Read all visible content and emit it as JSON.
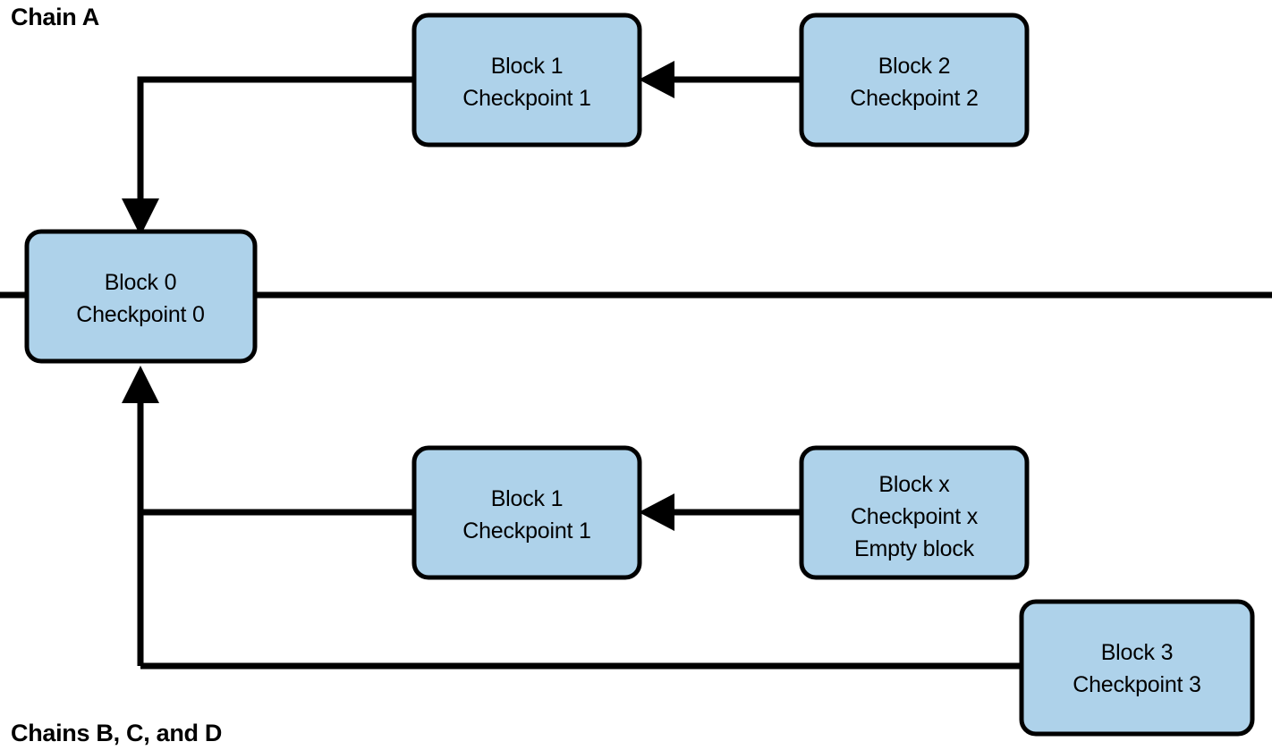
{
  "diagram": {
    "title_top_left": "Chain A",
    "title_bottom_left": "Chains B, C, and D",
    "colors": {
      "node_fill": "#aed2ea",
      "node_stroke": "#000000",
      "line": "#000000",
      "background": "#ffffff",
      "text": "#000000"
    },
    "nodes": [
      {
        "id": "block1a",
        "lines": [
          "Block 1",
          "Checkpoint 1"
        ],
        "line1": "Block 1",
        "line2": "Checkpoint 1",
        "line3": ""
      },
      {
        "id": "block2a",
        "lines": [
          "Block 2",
          "Checkpoint 2"
        ],
        "line1": "Block 2",
        "line2": "Checkpoint 2",
        "line3": ""
      },
      {
        "id": "block0",
        "lines": [
          "Block 0",
          "Checkpoint 0"
        ],
        "line1": "Block 0",
        "line2": "Checkpoint 0",
        "line3": ""
      },
      {
        "id": "block1b",
        "lines": [
          "Block 1",
          "Checkpoint 1"
        ],
        "line1": "Block 1",
        "line2": "Checkpoint 1",
        "line3": ""
      },
      {
        "id": "blockx",
        "lines": [
          "Block x",
          "Checkpoint x",
          "Empty block"
        ],
        "line1": "Block x",
        "line2": "Checkpoint x",
        "line3": "Empty block"
      },
      {
        "id": "block3",
        "lines": [
          "Block 3",
          "Checkpoint 3"
        ],
        "line1": "Block 3",
        "line2": "Checkpoint 3",
        "line3": ""
      }
    ],
    "edges": [
      {
        "id": "block2a-to-block1a",
        "from": "block2a",
        "to": "block1a",
        "arrow": true
      },
      {
        "id": "block1a-to-block0",
        "from": "block1a",
        "to": "block0",
        "arrow": true
      },
      {
        "id": "blockx-to-block1b",
        "from": "blockx",
        "to": "block1b",
        "arrow": true
      },
      {
        "id": "block1b-to-block0",
        "from": "block1b",
        "to": "block0",
        "arrow": true
      },
      {
        "id": "block3-to-block0",
        "from": "block3",
        "to": "block0",
        "arrow": true
      },
      {
        "id": "block0-timeline",
        "from": "block0",
        "to": "edge",
        "arrow": false
      }
    ]
  }
}
